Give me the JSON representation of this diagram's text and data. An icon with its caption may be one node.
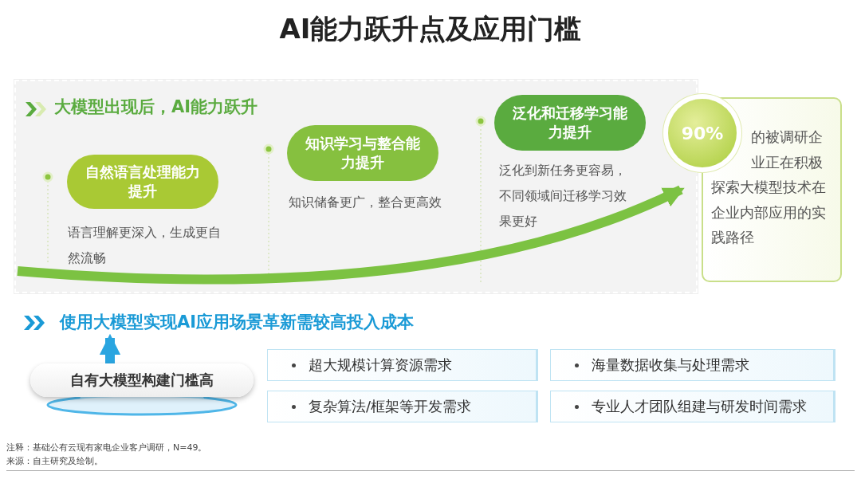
{
  "diagram": {
    "title": "AI能力跃升点及应用门槛",
    "nodes": [
      {
        "text": [
          "大模型出现后，AI能力跃升"
        ]
      },
      {
        "text": [
          "自然语言处理能力提升"
        ],
        "beside": [
          "语言理解更深入，生成更自然流畅"
        ],
        "in": 0
      },
      {
        "text": [
          "知识学习与整合能力提升"
        ],
        "beside": [
          "知识储备更广，整合更高效"
        ],
        "in": 0
      },
      {
        "text": [
          "泛化和迁移学习能力提升"
        ],
        "beside": [
          "泛化到新任务更容易，不同领域间迁移学习效果更好"
        ],
        "in": 0
      },
      {
        "text": [
          "90%"
        ]
      },
      {
        "text": [
          "的被调研企业正在积极探索大模型技术在企业内部应用的实践路径"
        ]
      },
      {
        "text": [
          "自有大模型构建门槛高"
        ]
      },
      {
        "text": [
          "使用大模型实现AI应用场景革新需较高投入成本"
        ]
      },
      {
        "text": [
          "超大规模计算资源需求"
        ]
      },
      {
        "text": [
          "海量数据收集与处理需求"
        ]
      },
      {
        "text": [
          "复杂算法/框架等开发需求"
        ]
      },
      {
        "text": [
          "专业人才团队组建与研发时间需求"
        ]
      }
    ],
    "edges": [
      {
        "from": 0,
        "to": 5,
        "arrow": "to"
      },
      {
        "from": 6,
        "to": 7,
        "arrow": "to",
        "color": "#2aa5e0"
      }
    ],
    "labels": [
      "注释：基础公有云现有家电企业客户调研，N=49。",
      "来源：自主研究及绘制。"
    ]
  }
}
